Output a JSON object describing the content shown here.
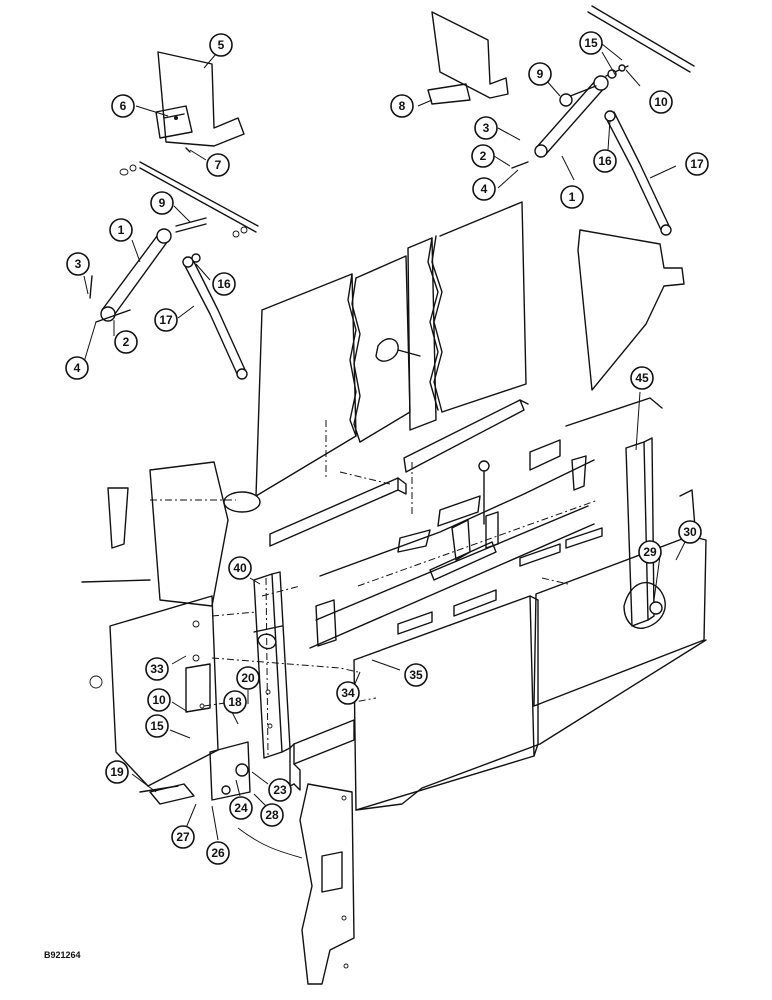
{
  "figure_id": "B921264",
  "callouts": [
    {
      "label": "5"
    },
    {
      "label": "6"
    },
    {
      "label": "7"
    },
    {
      "label": "9"
    },
    {
      "label": "1"
    },
    {
      "label": "3"
    },
    {
      "label": "16"
    },
    {
      "label": "17"
    },
    {
      "label": "2"
    },
    {
      "label": "4"
    },
    {
      "label": "15"
    },
    {
      "label": "9"
    },
    {
      "label": "8"
    },
    {
      "label": "10"
    },
    {
      "label": "3"
    },
    {
      "label": "2"
    },
    {
      "label": "16"
    },
    {
      "label": "17"
    },
    {
      "label": "4"
    },
    {
      "label": "1"
    },
    {
      "label": "45"
    },
    {
      "label": "30"
    },
    {
      "label": "29"
    },
    {
      "label": "40"
    },
    {
      "label": "33"
    },
    {
      "label": "20"
    },
    {
      "label": "18"
    },
    {
      "label": "10"
    },
    {
      "label": "15"
    },
    {
      "label": "35"
    },
    {
      "label": "34"
    },
    {
      "label": "19"
    },
    {
      "label": "23"
    },
    {
      "label": "28"
    },
    {
      "label": "24"
    },
    {
      "label": "27"
    },
    {
      "label": "26"
    }
  ]
}
